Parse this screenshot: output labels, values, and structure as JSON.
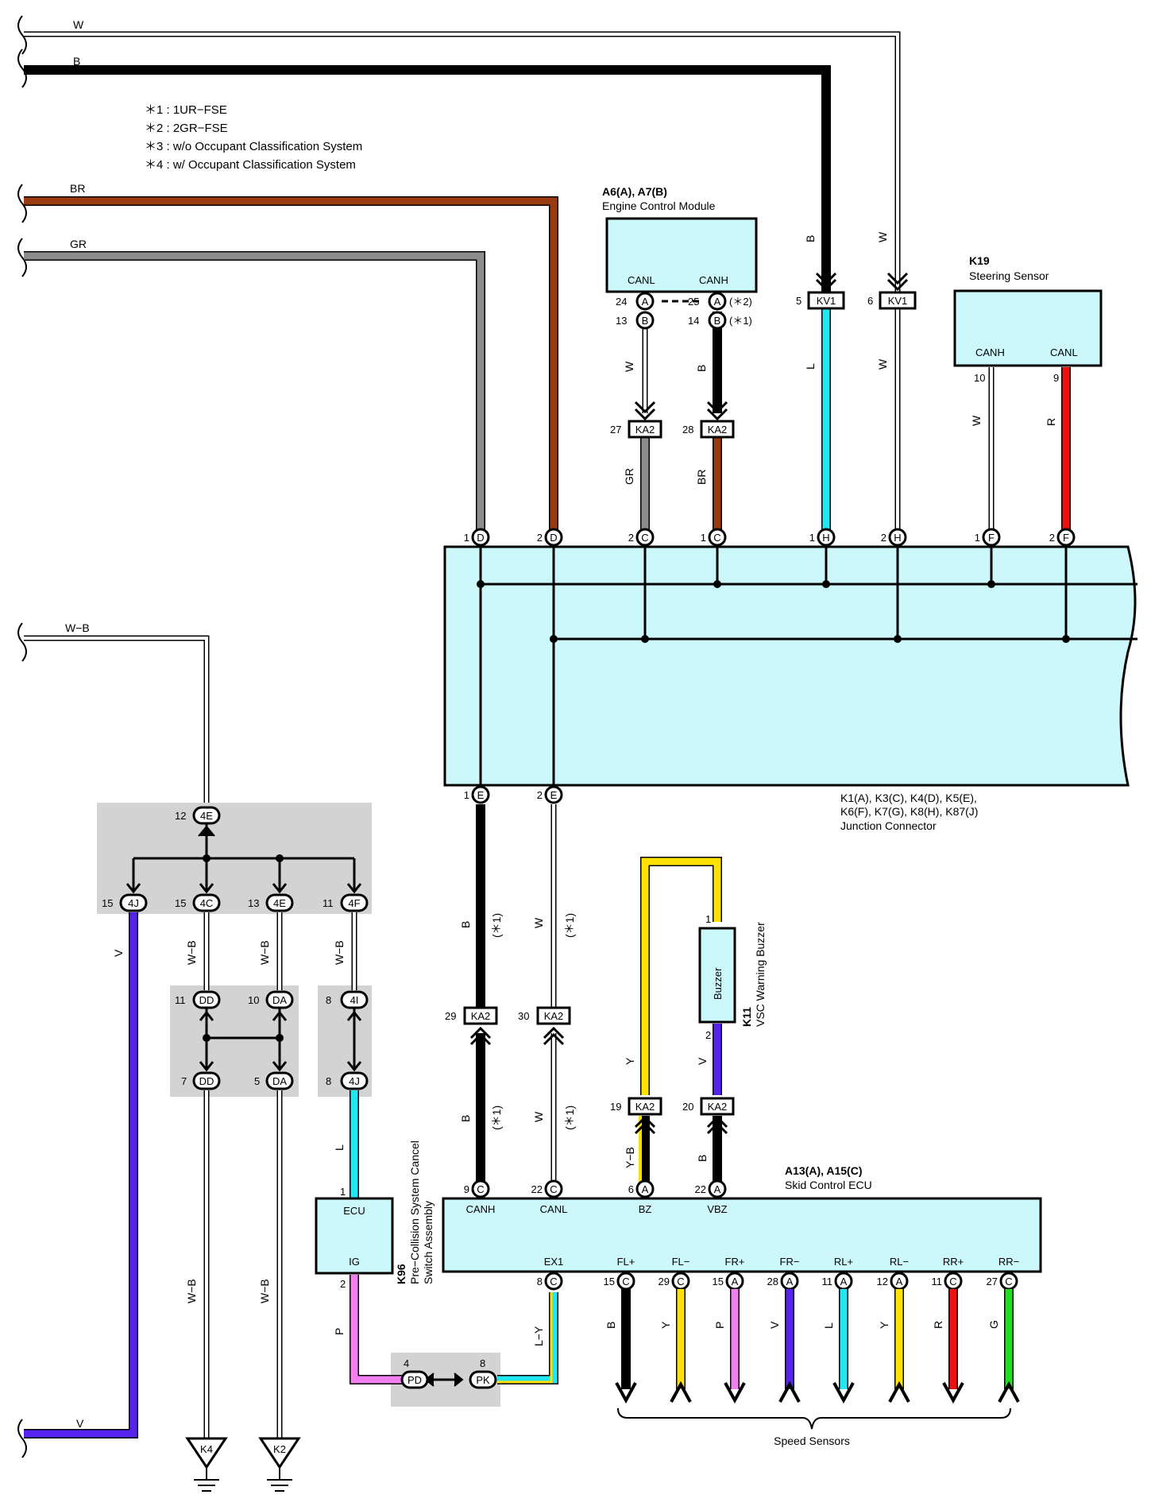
{
  "colors": {
    "W": "#ffffff",
    "B": "#000000",
    "BR": "#9a3a10",
    "GR": "#8c8c8c",
    "L": "#22e6f2",
    "R": "#f01010",
    "Y": "#ffe000",
    "V": "#5522ee",
    "P": "#f27ff0",
    "G": "#22dd22",
    "component_fill": "#ccf8fb",
    "splice_box": "#d3d3d3"
  },
  "notes": [
    "＊1 : 1UR−FSE",
    "＊2 : 2GR−FSE",
    "＊3 : w/o Occupant Classification System",
    "＊4 : w/ Occupant Classification System"
  ],
  "harness_labels": {
    "W": "W",
    "B": "B",
    "BR": "BR",
    "GR": "GR",
    "WB": "W−B",
    "V": "V"
  },
  "ecm": {
    "id": "A6(A), A7(B)",
    "name": "Engine Control Module",
    "pin_canl": "CANL",
    "pin_canh": "CANH",
    "p24": "24",
    "p25": "25",
    "p13": "13",
    "p14": "14",
    "cA": "A",
    "cB": "B",
    "n2": "(＊2)",
    "n1": "(＊1)"
  },
  "steering": {
    "id": "K19",
    "name": "Steering Sensor",
    "pin_canh": "CANH",
    "pin_canl": "CANL",
    "p10": "10",
    "p9": "9"
  },
  "junction": {
    "line1": "K1(A), K3(C), K4(D), K5(E),",
    "line2": "K6(F), K7(G), K8(H), K87(J)",
    "name": "Junction Connector",
    "top_pins": [
      {
        "num": "1",
        "code": "D"
      },
      {
        "num": "2",
        "code": "D"
      },
      {
        "num": "2",
        "code": "C"
      },
      {
        "num": "1",
        "code": "C"
      },
      {
        "num": "1",
        "code": "H"
      },
      {
        "num": "2",
        "code": "H"
      },
      {
        "num": "1",
        "code": "F"
      },
      {
        "num": "2",
        "code": "F"
      }
    ],
    "bottom_pins": [
      {
        "num": "1",
        "code": "E"
      },
      {
        "num": "2",
        "code": "E"
      }
    ]
  },
  "kv1": {
    "label": "KV1",
    "p5": "5",
    "p6": "6"
  },
  "ka2": {
    "label": "KA2",
    "p27": "27",
    "p28": "28",
    "p29": "29",
    "p30": "30",
    "p19": "19",
    "p20": "20"
  },
  "wire_labels": {
    "w1": "W",
    "b1": "B",
    "gr": "GR",
    "br": "BR",
    "bk": "B",
    "wk": "W",
    "l": "L",
    "w2": "W",
    "w3": "W",
    "r": "R",
    "be1": "B",
    "we1": "W",
    "be2": "B",
    "we2": "W",
    "ast1": "(＊1)",
    "y": "Y",
    "v": "V",
    "yb": "Y−B",
    "bz_b": "B"
  },
  "splice": {
    "p12": "12",
    "c4E": "4E",
    "p15a": "15",
    "c4J": "4J",
    "p15b": "15",
    "c4C": "4C",
    "p13": "13",
    "p11": "11",
    "c4F": "4F",
    "p11b": "11",
    "cDD": "DD",
    "p10": "10",
    "cDA": "DA",
    "p8a": "8",
    "c4I": "4I",
    "p7": "7",
    "p5": "5",
    "p8b": "8",
    "wb": "W−B",
    "v": "V",
    "l": "L",
    "p": "P",
    "ly": "L−Y"
  },
  "buzzer": {
    "id": "K11",
    "name": "VSC Warning Buzzer",
    "label": "Buzzer",
    "p1": "1",
    "p2": "2"
  },
  "k96": {
    "id": "K96",
    "name1": "Pre−Collision System Cancel",
    "name2": "Switch Assembly",
    "ecu": "ECU",
    "ig": "IG",
    "p1": "1",
    "p2": "2"
  },
  "pd_pk": {
    "p4": "4",
    "p8": "8",
    "pd": "PD",
    "pk": "PK"
  },
  "skid": {
    "id": "A13(A), A15(C)",
    "name": "Skid Control ECU",
    "top": [
      {
        "num": "9",
        "code": "C",
        "label": "CANH"
      },
      {
        "num": "22",
        "code": "C",
        "label": "CANL"
      },
      {
        "num": "6",
        "code": "A",
        "label": "BZ"
      },
      {
        "num": "22",
        "code": "A",
        "label": "VBZ"
      }
    ],
    "bottom": [
      {
        "num": "8",
        "code": "C",
        "label": "EX1",
        "wire": "L−Y"
      },
      {
        "num": "15",
        "code": "C",
        "label": "FL+",
        "wire": "B"
      },
      {
        "num": "29",
        "code": "C",
        "label": "FL−",
        "wire": "Y"
      },
      {
        "num": "15",
        "code": "A",
        "label": "FR+",
        "wire": "P"
      },
      {
        "num": "28",
        "code": "A",
        "label": "FR−",
        "wire": "V"
      },
      {
        "num": "11",
        "code": "A",
        "label": "RL+",
        "wire": "L"
      },
      {
        "num": "12",
        "code": "A",
        "label": "RL−",
        "wire": "Y"
      },
      {
        "num": "11",
        "code": "C",
        "label": "RR+",
        "wire": "R"
      },
      {
        "num": "27",
        "code": "C",
        "label": "RR−",
        "wire": "G"
      }
    ]
  },
  "speed_sensors": "Speed Sensors",
  "grounds": [
    {
      "label": "K4"
    },
    {
      "label": "K2"
    }
  ]
}
